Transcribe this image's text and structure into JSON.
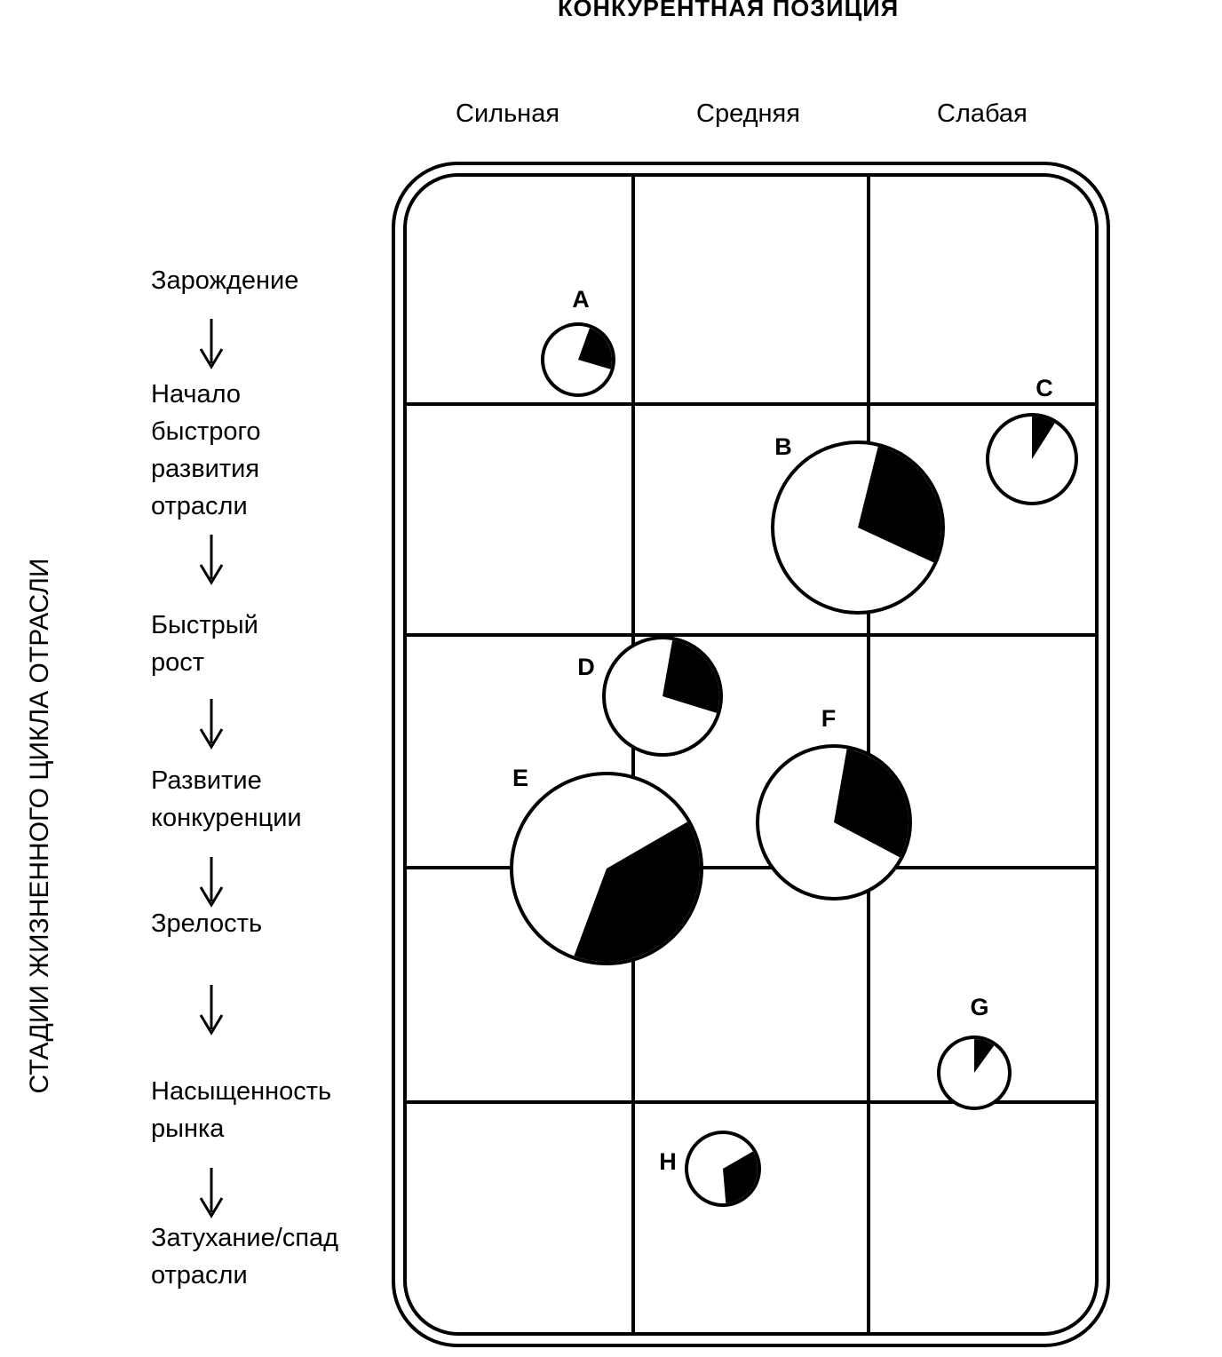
{
  "title": "КОНКУРЕНТНАЯ ПОЗИЦИЯ",
  "y_axis_title": "СТАДИИ ЖИЗНЕННОГО ЦИКЛА ОТРАСЛИ",
  "columns": [
    "Сильная",
    "Средняя",
    "Слабая"
  ],
  "stages": [
    {
      "lines": [
        "Зарождение"
      ]
    },
    {
      "lines": [
        "Начало",
        "быстрого",
        "развития",
        "отрасли"
      ]
    },
    {
      "lines": [
        "Быстрый",
        "рост"
      ]
    },
    {
      "lines": [
        "Развитие",
        "конкуренции"
      ]
    },
    {
      "lines": [
        "Зрелость"
      ]
    },
    {
      "lines": [
        "Насыщенность",
        "рынка"
      ]
    },
    {
      "lines": [
        "Затухание/спад",
        "отрасли"
      ]
    }
  ],
  "bubbles": [
    {
      "label": "A",
      "share": 0.24
    },
    {
      "label": "B",
      "share": 0.28
    },
    {
      "label": "C",
      "share": 0.09
    },
    {
      "label": "D",
      "share": 0.27
    },
    {
      "label": "E",
      "share": 0.39
    },
    {
      "label": "F",
      "share": 0.3
    },
    {
      "label": "G",
      "share": 0.1
    },
    {
      "label": "H",
      "share": 0.32
    }
  ],
  "colors": {
    "ink": "#000000",
    "paper": "#ffffff"
  }
}
